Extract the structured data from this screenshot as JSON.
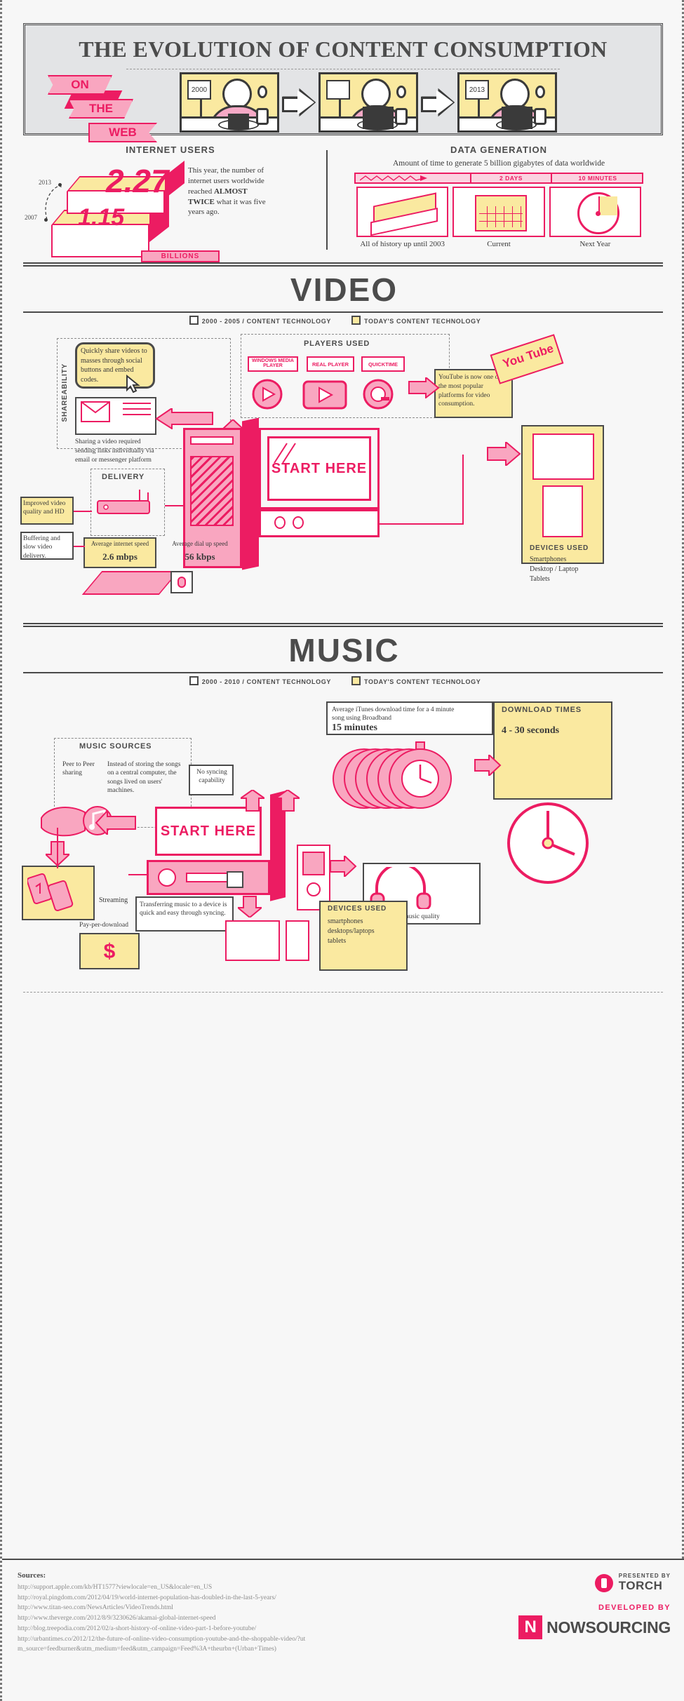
{
  "hero": {
    "title": "THE EVOLUTION OF CONTENT CONSUMPTION",
    "ribbons": [
      "ON",
      "THE",
      "WEB"
    ],
    "panels": [
      {
        "year": "2000"
      },
      {
        "year": ""
      },
      {
        "year": "2013"
      }
    ]
  },
  "internet_users": {
    "heading": "INTERNET USERS",
    "value_2013": "2.27",
    "value_2007": "1.15",
    "year_2013": "2013",
    "year_2007": "2007",
    "unit_badge": "BILLIONS",
    "description_1": "This year, the number of internet users worldwide reached ",
    "description_emphasis": "ALMOST TWICE",
    "description_2": " what it was five years ago."
  },
  "data_generation": {
    "heading": "DATA GENERATION",
    "subheading": "Amount of time to generate 5 billion gigabytes of data worldwide",
    "timeline": [
      {
        "label": ""
      },
      {
        "label": "2 DAYS"
      },
      {
        "label": "10 MINUTES"
      }
    ],
    "captions": [
      "All of history up until 2003",
      "Current",
      "Next Year"
    ]
  },
  "video": {
    "title": "VIDEO",
    "legend_old": "2000 - 2005 / CONTENT TECHNOLOGY",
    "legend_new": "TODAY'S CONTENT TECHNOLOGY",
    "shareability_label": "SHAREABILITY",
    "shareability_new": "Quickly share videos to masses through social buttons and embed codes.",
    "shareability_old": "Sharing a video required sending links individually via email or messenger platform",
    "players_label": "PLAYERS USED",
    "players": [
      "WINDOWS MEDIA PLAYER",
      "REAL PLAYER",
      "QUICKTIME"
    ],
    "youtube_badge": "You Tube",
    "youtube_note": "YouTube is now one of the most popular platforms for video consumption.",
    "delivery_label": "DELIVERY",
    "delivery_new": "Improved video quality and HD",
    "delivery_old": "Buffering and slow video delivery.",
    "speed_new_label": "Average internet speed",
    "speed_new_value": "2.6 mbps",
    "speed_old_label": "Average dial up speed",
    "speed_old_value": "56 kbps",
    "start_here": "START HERE",
    "devices_label": "DEVICES USED",
    "devices": [
      "Smartphones",
      "Desktop / Laptop",
      "Tablets"
    ]
  },
  "music": {
    "title": "MUSIC",
    "legend_old": "2000 - 2010 / CONTENT TECHNOLOGY",
    "legend_new": "TODAY'S CONTENT TECHNOLOGY",
    "sources_label": "MUSIC SOURCES",
    "source_p2p": "Peer to Peer sharing",
    "source_note": "Instead of storing the songs on a central computer, the songs lived on users' machines.",
    "no_sync": "No syncing capability",
    "streaming": "Streaming",
    "pay_per_download": "Pay-per-download",
    "pay_symbol": "$",
    "download_old_label": "Average iTunes download time for a 4 minute song using Broadband",
    "download_old_value": "15 minutes",
    "download_times_label": "DOWNLOAD TIMES",
    "download_new_value": "4 - 30 seconds",
    "start_here": "START HERE",
    "sync_note": "Transferring music to a device is quick and easy through syncing.",
    "quality_note": "Inconsistent music quality",
    "devices_label": "DEVICES USED",
    "devices": [
      "smartphones",
      "desktops/laptops",
      "tablets"
    ]
  },
  "footer": {
    "sources_title": "Sources:",
    "sources": [
      "http://support.apple.com/kb/HT1577?viewlocale=en_US&locale=en_US",
      "http://royal.pingdom.com/2012/04/19/world-internet-population-has-doubled-in-the-last-5-years/",
      "http://www.titan-seo.com/NewsArticles/VideoTrends.html",
      "http://www.theverge.com/2012/8/9/3230626/akamai-global-internet-speed",
      "http://blog.treepodia.com/2012/02/a-short-history-of-online-video-part-1-before-youtube/",
      "http://urbantimes.co/2012/12/the-future-of-online-video-consumption-youtube-and-the-shoppable-video/?ut",
      "m_source=feedburner&utm_medium=feed&utm_campaign=Feed%3A+theurbn+(Urban+Times)"
    ],
    "presented_by": "PRESENTED BY",
    "presented_brand": "TORCH",
    "developed_by": "DEVELOPED BY",
    "developed_brand": "NOWSOURCING",
    "developed_initial": "N"
  },
  "colors": {
    "pink": "#ec1c62",
    "light_pink": "#f9a6c0",
    "yellow": "#fae9a0",
    "dark": "#4a4a4a",
    "bg": "#f7f7f7"
  }
}
